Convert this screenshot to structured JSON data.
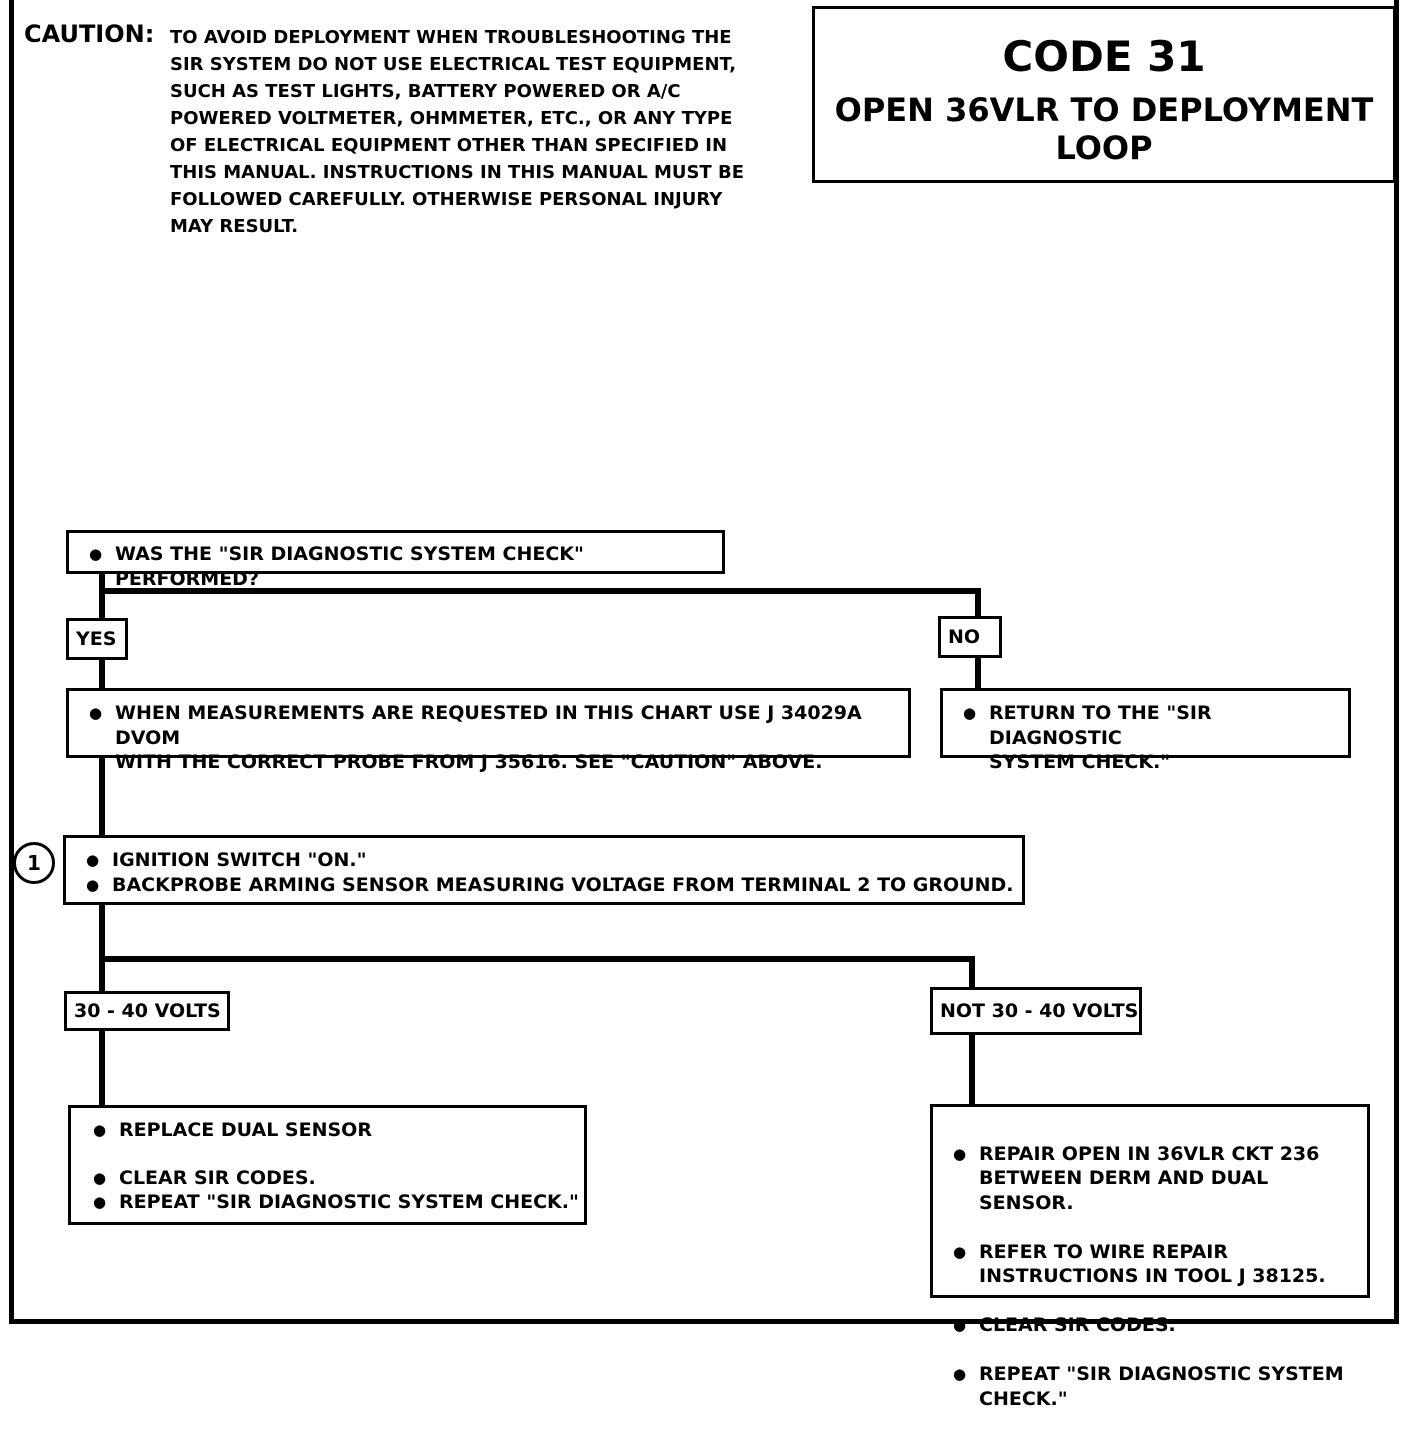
{
  "caution": {
    "heading": "CAUTION:",
    "lines": [
      "TO AVOID DEPLOYMENT WHEN TROUBLESHOOTING THE",
      "SIR SYSTEM DO NOT USE ELECTRICAL TEST EQUIPMENT,",
      "SUCH AS TEST LIGHTS, BATTERY POWERED OR A/C",
      "POWERED VOLTMETER, OHMMETER, ETC., OR ANY TYPE",
      "OF ELECTRICAL EQUIPMENT OTHER THAN SPECIFIED IN",
      "THIS MANUAL. INSTRUCTIONS IN THIS MANUAL MUST BE",
      "FOLLOWED CAREFULLY.  OTHERWISE PERSONAL INJURY",
      "MAY RESULT."
    ]
  },
  "code": {
    "title": "CODE 31",
    "subtitle_line1": "OPEN 36VLR TO DEPLOYMENT",
    "subtitle_line2": "LOOP"
  },
  "flow": {
    "q1": "WAS THE \"SIR DIAGNOSTIC SYSTEM CHECK\" PERFORMED?",
    "yes": "YES",
    "no": "NO",
    "yes_step_line1": "WHEN MEASUREMENTS ARE REQUESTED IN THIS CHART USE J 34029A DVOM",
    "yes_step_line2": "WITH THE CORRECT PROBE FROM J 35616.  SEE \"CAUTION\" ABOVE.",
    "no_step_line1": "RETURN TO THE \"SIR DIAGNOSTIC",
    "no_step_line2": "SYSTEM CHECK.\"",
    "step_number": "1",
    "step1_a": "IGNITION SWITCH \"ON.\"",
    "step1_b": "BACKPROBE ARMING SENSOR MEASURING VOLTAGE FROM TERMINAL 2 TO GROUND.",
    "in_range": "30 - 40 VOLTS",
    "out_range": "NOT 30 - 40 VOLTS",
    "left_result": [
      "REPLACE DUAL SENSOR",
      "CLEAR SIR CODES.",
      "REPEAT \"SIR DIAGNOSTIC SYSTEM CHECK.\""
    ],
    "right_result": [
      "REPAIR OPEN IN 36VLR CKT 236\nBETWEEN DERM AND DUAL SENSOR.",
      "REFER TO WIRE REPAIR\nINSTRUCTIONS IN TOOL J 38125.",
      "CLEAR SIR CODES.",
      "REPEAT \"SIR DIAGNOSTIC SYSTEM\nCHECK.\""
    ]
  }
}
